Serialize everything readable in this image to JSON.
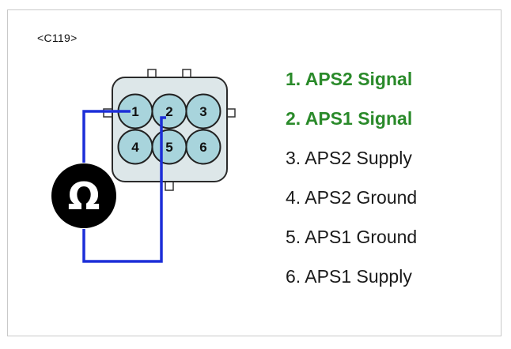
{
  "connector": {
    "label": "<C119>"
  },
  "pins": [
    {
      "number": "1",
      "label": "1. APS2 Signal",
      "highlight": true
    },
    {
      "number": "2",
      "label": "2. APS1 Signal",
      "highlight": true
    },
    {
      "number": "3",
      "label": "3. APS2 Supply",
      "highlight": false
    },
    {
      "number": "4",
      "label": "4. APS2 Ground",
      "highlight": false
    },
    {
      "number": "5",
      "label": "5. APS1 Ground",
      "highlight": false
    },
    {
      "number": "6",
      "label": "6. APS1 Supply",
      "highlight": false
    }
  ],
  "meter": {
    "symbol": "Ω"
  },
  "colors": {
    "highlight_text": "#2a8a2a",
    "wire": "#1c2ed8",
    "pin_fill": "#a8d4dc",
    "connector_body": "#dde7e9"
  }
}
